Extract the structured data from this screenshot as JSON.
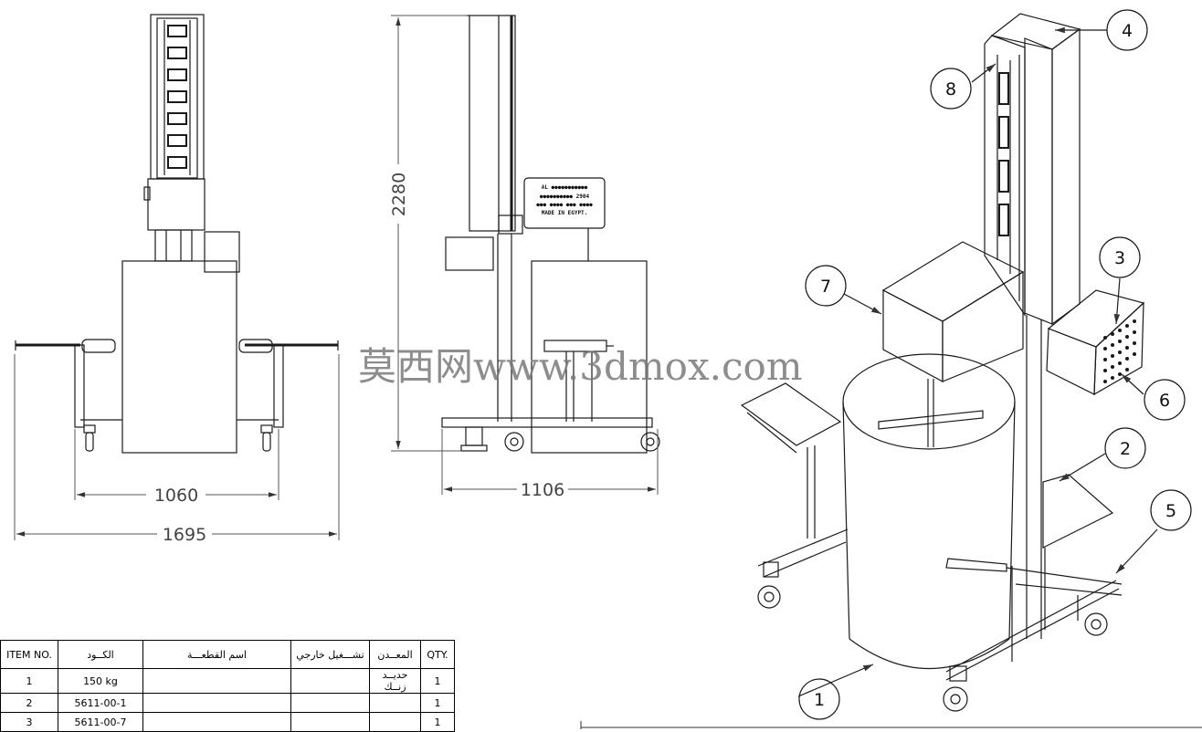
{
  "dimensions": {
    "front_inner_width": "1060",
    "front_overall_width": "1695",
    "side_height": "2280",
    "side_depth": "1106"
  },
  "nameplate": {
    "line1": "AL ●●●●●●●●●●●",
    "line2": "●●●●●●●●●● 2904",
    "line3": "●●● ●●●● ●●● ●●●●",
    "line4": "MADE IN EGYPT."
  },
  "watermark": "莫西网www.3dmox.com",
  "callouts": [
    "1",
    "2",
    "3",
    "4",
    "5",
    "6",
    "7",
    "8"
  ],
  "bom": {
    "headers": [
      "ITEM NO.",
      "الكــود",
      "اسم القطعـــة",
      "تشـــغيل خارجي",
      "المعــدن",
      "QTY."
    ],
    "rows": [
      [
        "1",
        "150 kg",
        "",
        "",
        "حديــد زنــك",
        "1"
      ],
      [
        "2",
        "5611-00-1",
        "",
        "",
        "",
        "1"
      ],
      [
        "3",
        "5611-00-7",
        "",
        "",
        "",
        "1"
      ]
    ]
  },
  "colors": {
    "line": "#1a1a1a",
    "dim": "#555555"
  }
}
